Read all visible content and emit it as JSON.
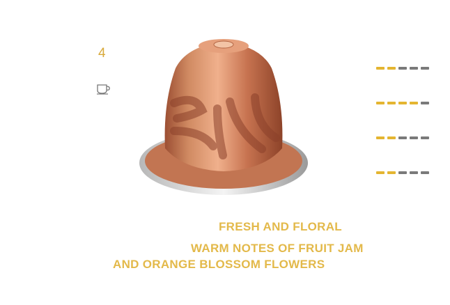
{
  "product": {
    "intensity": "4",
    "headline": "FRESH AND FLORAL",
    "description_line1": "WARM NOTES OF FRUIT JAM",
    "description_line2": "AND ORANGE BLOSSOM FLOWERS",
    "capsule_color": "#c9744f",
    "accent_color": "#e4b531"
  },
  "taste_profile": [
    {
      "level": 2,
      "max": 5
    },
    {
      "level": 4,
      "max": 5
    },
    {
      "level": 2,
      "max": 5
    },
    {
      "level": 2,
      "max": 5
    }
  ],
  "icons": {
    "cup": "espresso-cup-icon"
  }
}
